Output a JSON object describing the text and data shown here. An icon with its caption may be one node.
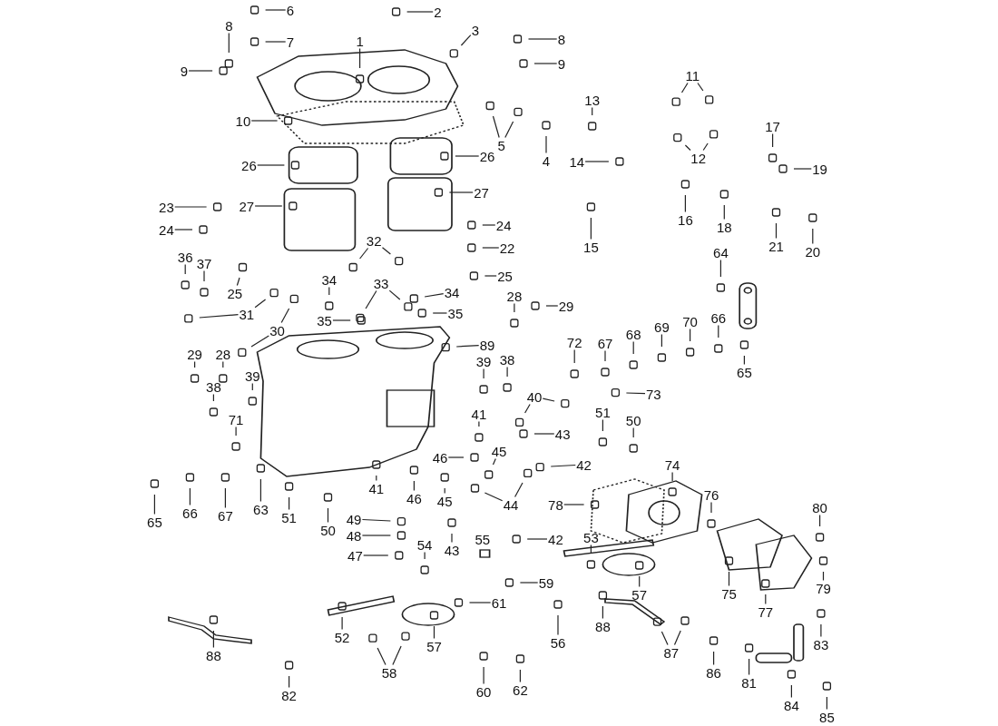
{
  "diagram": {
    "nodes": [
      {
        "text": [
          "1"
        ]
      },
      {
        "text": [
          "2"
        ]
      },
      {
        "text": [
          "3"
        ]
      },
      {
        "text": [
          "6"
        ]
      },
      {
        "text": [
          "7"
        ]
      },
      {
        "text": [
          "8"
        ]
      },
      {
        "text": [
          "8"
        ]
      },
      {
        "text": [
          "9"
        ]
      },
      {
        "text": [
          "9"
        ]
      },
      {
        "text": [
          "10"
        ]
      },
      {
        "text": [
          "5"
        ]
      },
      {
        "text": [
          "4"
        ]
      },
      {
        "text": [
          "13"
        ]
      },
      {
        "text": [
          "14"
        ]
      },
      {
        "text": [
          "11"
        ]
      },
      {
        "text": [
          "12"
        ]
      },
      {
        "text": [
          "17"
        ]
      },
      {
        "text": [
          "19"
        ]
      },
      {
        "text": [
          "26"
        ]
      },
      {
        "text": [
          "26"
        ]
      },
      {
        "text": [
          "27"
        ]
      },
      {
        "text": [
          "27"
        ]
      },
      {
        "text": [
          "23"
        ]
      },
      {
        "text": [
          "24"
        ]
      },
      {
        "text": [
          "24"
        ]
      },
      {
        "text": [
          "16"
        ]
      },
      {
        "text": [
          "18"
        ]
      },
      {
        "text": [
          "15"
        ]
      },
      {
        "text": [
          "21"
        ]
      },
      {
        "text": [
          "20"
        ]
      },
      {
        "text": [
          "22"
        ]
      },
      {
        "text": [
          "25"
        ]
      },
      {
        "text": [
          "36"
        ]
      },
      {
        "text": [
          "37"
        ]
      },
      {
        "text": [
          "25"
        ]
      },
      {
        "text": [
          "32"
        ]
      },
      {
        "text": [
          "34"
        ]
      },
      {
        "text": [
          "33"
        ]
      },
      {
        "text": [
          "34"
        ]
      },
      {
        "text": [
          "64"
        ]
      },
      {
        "text": [
          "28"
        ]
      },
      {
        "text": [
          "29"
        ]
      },
      {
        "text": [
          "31"
        ]
      },
      {
        "text": [
          "30"
        ]
      },
      {
        "text": [
          "35"
        ]
      },
      {
        "text": [
          "35"
        ]
      },
      {
        "text": [
          "89"
        ]
      },
      {
        "text": [
          "29"
        ]
      },
      {
        "text": [
          "28"
        ]
      },
      {
        "text": [
          "72"
        ]
      },
      {
        "text": [
          "67"
        ]
      },
      {
        "text": [
          "68"
        ]
      },
      {
        "text": [
          "69"
        ]
      },
      {
        "text": [
          "70"
        ]
      },
      {
        "text": [
          "66"
        ]
      },
      {
        "text": [
          "39"
        ]
      },
      {
        "text": [
          "38"
        ]
      },
      {
        "text": [
          "65"
        ]
      },
      {
        "text": [
          "39"
        ]
      },
      {
        "text": [
          "38"
        ]
      },
      {
        "text": [
          "73"
        ]
      },
      {
        "text": [
          "40"
        ]
      },
      {
        "text": [
          "41"
        ]
      },
      {
        "text": [
          "51"
        ]
      },
      {
        "text": [
          "71"
        ]
      },
      {
        "text": [
          "50"
        ]
      },
      {
        "text": [
          "43"
        ]
      },
      {
        "text": [
          "45"
        ]
      },
      {
        "text": [
          "42"
        ]
      },
      {
        "text": [
          "46"
        ]
      },
      {
        "text": [
          "74"
        ]
      },
      {
        "text": [
          "65"
        ]
      },
      {
        "text": [
          "66"
        ]
      },
      {
        "text": [
          "67"
        ]
      },
      {
        "text": [
          "63"
        ]
      },
      {
        "text": [
          "51"
        ]
      },
      {
        "text": [
          "50"
        ]
      },
      {
        "text": [
          "41"
        ]
      },
      {
        "text": [
          "46"
        ]
      },
      {
        "text": [
          "45"
        ]
      },
      {
        "text": [
          "44"
        ]
      },
      {
        "text": [
          "76"
        ]
      },
      {
        "text": [
          "80"
        ]
      },
      {
        "text": [
          "78"
        ]
      },
      {
        "text": [
          "49"
        ]
      },
      {
        "text": [
          "48"
        ]
      },
      {
        "text": [
          "53"
        ]
      },
      {
        "text": [
          "42"
        ]
      },
      {
        "text": [
          "43"
        ]
      },
      {
        "text": [
          "54"
        ]
      },
      {
        "text": [
          "47"
        ]
      },
      {
        "text": [
          "59"
        ]
      },
      {
        "text": [
          "57"
        ]
      },
      {
        "text": [
          "79"
        ]
      },
      {
        "text": [
          "75"
        ]
      },
      {
        "text": [
          "61"
        ]
      },
      {
        "text": [
          "77"
        ]
      },
      {
        "text": [
          "88"
        ]
      },
      {
        "text": [
          "56"
        ]
      },
      {
        "text": [
          "52"
        ]
      },
      {
        "text": [
          "83"
        ]
      },
      {
        "text": [
          "57"
        ]
      },
      {
        "text": [
          "87"
        ]
      },
      {
        "text": [
          "88"
        ]
      },
      {
        "text": [
          "86"
        ]
      },
      {
        "text": [
          "58"
        ]
      },
      {
        "text": [
          "81"
        ]
      },
      {
        "text": [
          "62"
        ]
      },
      {
        "text": [
          "60"
        ]
      },
      {
        "text": [
          "82"
        ]
      },
      {
        "text": [
          "84"
        ]
      },
      {
        "text": [
          "85"
        ]
      }
    ],
    "edges": [
      {
        "from": 0,
        "to": null,
        "arrow": "none"
      },
      {
        "from": 1,
        "to": null,
        "arrow": "none"
      },
      {
        "from": 2,
        "to": null,
        "arrow": "none"
      },
      {
        "from": 3,
        "to": null,
        "arrow": "none"
      },
      {
        "from": 4,
        "to": null,
        "arrow": "none"
      },
      {
        "from": 5,
        "to": null,
        "arrow": "none"
      },
      {
        "from": 6,
        "to": null,
        "arrow": "none"
      },
      {
        "from": 7,
        "to": null,
        "arrow": "none"
      },
      {
        "from": 8,
        "to": null,
        "arrow": "none"
      },
      {
        "from": 9,
        "to": null,
        "arrow": "none"
      },
      {
        "from": 10,
        "to": null,
        "arrow": "none"
      },
      {
        "from": 10,
        "to": null,
        "arrow": "none"
      },
      {
        "from": 11,
        "to": null,
        "arrow": "none"
      },
      {
        "from": 12,
        "to": null,
        "arrow": "none"
      },
      {
        "from": 13,
        "to": null,
        "arrow": "none"
      },
      {
        "from": 14,
        "to": null,
        "arrow": "none"
      },
      {
        "from": 14,
        "to": null,
        "arrow": "none"
      },
      {
        "from": 15,
        "to": null,
        "arrow": "none"
      },
      {
        "from": 15,
        "to": null,
        "arrow": "none"
      },
      {
        "from": 16,
        "to": null,
        "arrow": "none"
      },
      {
        "from": 17,
        "to": null,
        "arrow": "none"
      },
      {
        "from": 18,
        "to": null,
        "arrow": "none"
      },
      {
        "from": 19,
        "to": null,
        "arrow": "none"
      },
      {
        "from": 20,
        "to": null,
        "arrow": "none"
      },
      {
        "from": 21,
        "to": null,
        "arrow": "none"
      },
      {
        "from": 22,
        "to": null,
        "arrow": "none"
      },
      {
        "from": 23,
        "to": null,
        "arrow": "none"
      },
      {
        "from": 24,
        "to": null,
        "arrow": "none"
      },
      {
        "from": 25,
        "to": null,
        "arrow": "none"
      },
      {
        "from": 26,
        "to": null,
        "arrow": "none"
      },
      {
        "from": 27,
        "to": null,
        "arrow": "none"
      },
      {
        "from": 28,
        "to": null,
        "arrow": "none"
      },
      {
        "from": 29,
        "to": null,
        "arrow": "none"
      },
      {
        "from": 30,
        "to": null,
        "arrow": "none"
      },
      {
        "from": 31,
        "to": null,
        "arrow": "none"
      },
      {
        "from": 32,
        "to": null,
        "arrow": "none"
      },
      {
        "from": 33,
        "to": null,
        "arrow": "none"
      },
      {
        "from": 34,
        "to": null,
        "arrow": "none"
      },
      {
        "from": 35,
        "to": null,
        "arrow": "none"
      },
      {
        "from": 35,
        "to": null,
        "arrow": "none"
      },
      {
        "from": 36,
        "to": null,
        "arrow": "none"
      },
      {
        "from": 37,
        "to": null,
        "arrow": "none"
      },
      {
        "from": 37,
        "to": null,
        "arrow": "none"
      },
      {
        "from": 38,
        "to": null,
        "arrow": "none"
      },
      {
        "from": 39,
        "to": null,
        "arrow": "none"
      },
      {
        "from": 40,
        "to": null,
        "arrow": "none"
      },
      {
        "from": 41,
        "to": null,
        "arrow": "none"
      },
      {
        "from": 42,
        "to": null,
        "arrow": "none"
      },
      {
        "from": 42,
        "to": null,
        "arrow": "none"
      },
      {
        "from": 43,
        "to": null,
        "arrow": "none"
      },
      {
        "from": 43,
        "to": null,
        "arrow": "none"
      },
      {
        "from": 44,
        "to": null,
        "arrow": "none"
      },
      {
        "from": 45,
        "to": null,
        "arrow": "none"
      },
      {
        "from": 46,
        "to": null,
        "arrow": "none"
      },
      {
        "from": 47,
        "to": null,
        "arrow": "none"
      },
      {
        "from": 48,
        "to": null,
        "arrow": "none"
      },
      {
        "from": 49,
        "to": null,
        "arrow": "none"
      },
      {
        "from": 50,
        "to": null,
        "arrow": "none"
      },
      {
        "from": 51,
        "to": null,
        "arrow": "none"
      },
      {
        "from": 52,
        "to": null,
        "arrow": "none"
      },
      {
        "from": 53,
        "to": null,
        "arrow": "none"
      },
      {
        "from": 54,
        "to": null,
        "arrow": "none"
      },
      {
        "from": 55,
        "to": null,
        "arrow": "none"
      },
      {
        "from": 56,
        "to": null,
        "arrow": "none"
      },
      {
        "from": 57,
        "to": null,
        "arrow": "none"
      },
      {
        "from": 58,
        "to": null,
        "arrow": "none"
      },
      {
        "from": 59,
        "to": null,
        "arrow": "none"
      },
      {
        "from": 60,
        "to": null,
        "arrow": "none"
      },
      {
        "from": 61,
        "to": null,
        "arrow": "none"
      },
      {
        "from": 61,
        "to": null,
        "arrow": "none"
      },
      {
        "from": 62,
        "to": null,
        "arrow": "none"
      },
      {
        "from": 63,
        "to": null,
        "arrow": "none"
      },
      {
        "from": 64,
        "to": null,
        "arrow": "none"
      },
      {
        "from": 65,
        "to": null,
        "arrow": "none"
      },
      {
        "from": 66,
        "to": null,
        "arrow": "none"
      },
      {
        "from": 67,
        "to": null,
        "arrow": "none"
      },
      {
        "from": 68,
        "to": null,
        "arrow": "none"
      },
      {
        "from": 69,
        "to": null,
        "arrow": "none"
      },
      {
        "from": 70,
        "to": null,
        "arrow": "none"
      },
      {
        "from": 71,
        "to": null,
        "arrow": "none"
      },
      {
        "from": 72,
        "to": null,
        "arrow": "none"
      },
      {
        "from": 73,
        "to": null,
        "arrow": "none"
      },
      {
        "from": 74,
        "to": null,
        "arrow": "none"
      },
      {
        "from": 75,
        "to": null,
        "arrow": "none"
      },
      {
        "from": 76,
        "to": null,
        "arrow": "none"
      },
      {
        "from": 77,
        "to": null,
        "arrow": "none"
      },
      {
        "from": 78,
        "to": null,
        "arrow": "none"
      },
      {
        "from": 79,
        "to": null,
        "arrow": "none"
      },
      {
        "from": 80,
        "to": null,
        "arrow": "none"
      },
      {
        "from": 80,
        "to": null,
        "arrow": "none"
      },
      {
        "from": 81,
        "to": null,
        "arrow": "none"
      },
      {
        "from": 82,
        "to": null,
        "arrow": "none"
      },
      {
        "from": 83,
        "to": null,
        "arrow": "none"
      },
      {
        "from": 84,
        "to": null,
        "arrow": "none"
      },
      {
        "from": 85,
        "to": null,
        "arrow": "none"
      },
      {
        "from": 86,
        "to": null,
        "arrow": "none"
      },
      {
        "from": 87,
        "to": null,
        "arrow": "none"
      },
      {
        "from": 88,
        "to": null,
        "arrow": "none"
      },
      {
        "from": 89,
        "to": null,
        "arrow": "none"
      },
      {
        "from": 90,
        "to": null,
        "arrow": "none"
      },
      {
        "from": 91,
        "to": null,
        "arrow": "none"
      },
      {
        "from": 92,
        "to": null,
        "arrow": "none"
      },
      {
        "from": 93,
        "to": null,
        "arrow": "none"
      },
      {
        "from": 94,
        "to": null,
        "arrow": "none"
      },
      {
        "from": 95,
        "to": null,
        "arrow": "none"
      },
      {
        "from": 96,
        "to": null,
        "arrow": "none"
      },
      {
        "from": 97,
        "to": null,
        "arrow": "none"
      },
      {
        "from": 98,
        "to": null,
        "arrow": "none"
      },
      {
        "from": 99,
        "to": null,
        "arrow": "none"
      },
      {
        "from": 100,
        "to": null,
        "arrow": "none"
      },
      {
        "from": 101,
        "to": null,
        "arrow": "none"
      },
      {
        "from": 102,
        "to": null,
        "arrow": "none"
      },
      {
        "from": 102,
        "to": null,
        "arrow": "none"
      },
      {
        "from": 103,
        "to": null,
        "arrow": "none"
      },
      {
        "from": 104,
        "to": null,
        "arrow": "none"
      },
      {
        "from": 105,
        "to": null,
        "arrow": "none"
      },
      {
        "from": 105,
        "to": null,
        "arrow": "none"
      },
      {
        "from": 106,
        "to": null,
        "arrow": "none"
      },
      {
        "from": 107,
        "to": null,
        "arrow": "none"
      },
      {
        "from": 108,
        "to": null,
        "arrow": "none"
      },
      {
        "from": 109,
        "to": null,
        "arrow": "none"
      },
      {
        "from": 110,
        "to": null,
        "arrow": "none"
      },
      {
        "from": 111,
        "to": null,
        "arrow": "none"
      }
    ],
    "labels": [
      "55"
    ]
  }
}
